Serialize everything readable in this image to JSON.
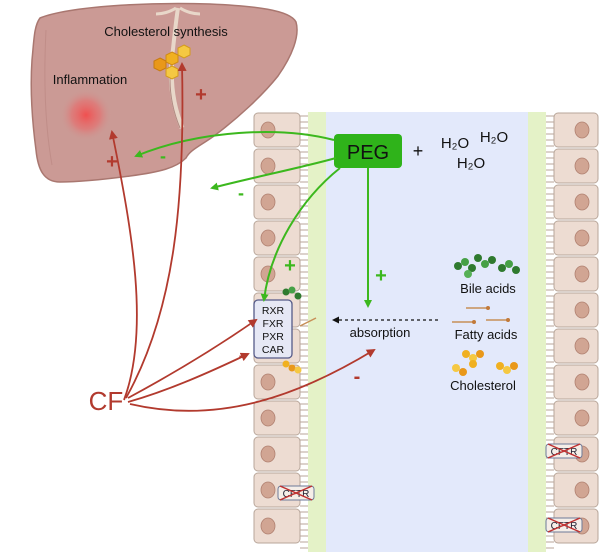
{
  "liver": {
    "cholesterol_synthesis": "Cholesterol synthesis",
    "inflammation": "Inflammation"
  },
  "peg": {
    "label": "PEG",
    "plus": "+",
    "water_1": "H₂O",
    "water_2": "H₂O",
    "water_3": "H₂O"
  },
  "lumen": {
    "bile_acids": "Bile acids",
    "fatty_acids": "Fatty acids",
    "cholesterol": "Cholesterol",
    "absorption": "absorption"
  },
  "receptors": [
    "RXR",
    "FXR",
    "PXR",
    "CAR"
  ],
  "cf": {
    "label": "CF"
  },
  "cftr": {
    "label": "CFTR"
  },
  "signs": {
    "plus": "+",
    "minus": "-"
  },
  "colors": {
    "green": "#3cb81e",
    "red": "#b23a2e",
    "peg_box": "#2fb31a",
    "lumen": "#e3e9fb",
    "mucosa": "#e4f2c7",
    "cell": "#eddcd2",
    "nucleus": "#d1a593",
    "liver": "#cb9a95"
  }
}
